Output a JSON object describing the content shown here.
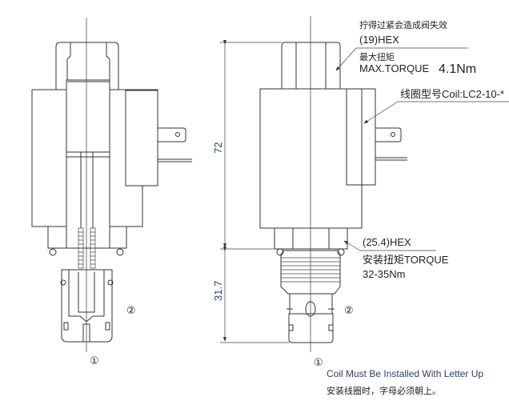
{
  "labels": {
    "hex_top_warning": "拧得过紧会造成阀失效",
    "hex_top": "(19)HEX",
    "max_torque_cn": "最大扭矩",
    "max_torque": "MAX.TORQUE",
    "max_torque_value": "4.1Nm",
    "coil_model": "线圈型号Coil:LC2-10-*",
    "hex_bottom": "(25.4)HEX",
    "install_torque": "安装扭矩TORQUE",
    "install_torque_value": "32-35Nm",
    "note_en": "Coil Must Be Installed With Letter Up",
    "note_cn": "安装线圈时，字母必须朝上。"
  },
  "dimensions": {
    "overall": "72",
    "cartridge": "31.7"
  },
  "ports": {
    "port1": "①",
    "port2": "②"
  }
}
